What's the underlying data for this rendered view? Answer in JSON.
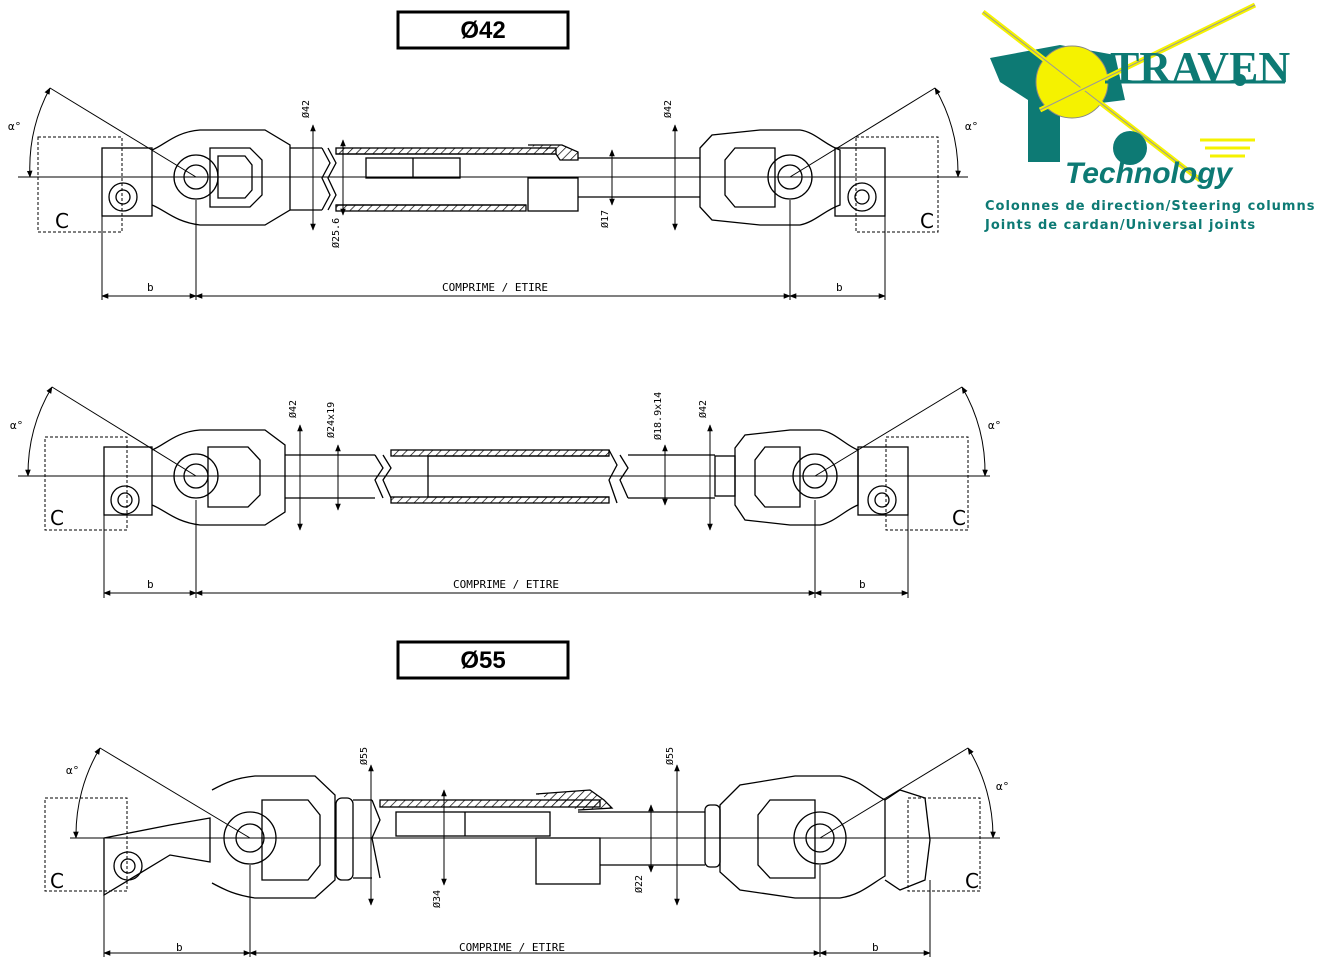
{
  "header_42": "Ø42",
  "header_55": "Ø55",
  "logo": {
    "brand": "TRAVEN",
    "sub": "Technology",
    "line1": "Colonnes de direction/Steering columns",
    "line2": "Joints de cardan/Universal joints",
    "colors": {
      "teal": "#0d7a74",
      "yellow": "#f5f200"
    }
  },
  "labels": {
    "alpha": "α°",
    "b": "b",
    "c": "C",
    "length": "COMPRIME / ETIRE"
  },
  "drawing1": {
    "d_left": "Ø42",
    "d_tube": "Ø25.6",
    "d_right": "Ø42",
    "d_shaft": "Ø17"
  },
  "drawing2": {
    "d_left": "Ø42",
    "d_tube": "Ø24x19",
    "d_shaft": "Ø18.9x14",
    "d_right": "Ø42"
  },
  "drawing3": {
    "d_left": "Ø55",
    "d_tube": "Ø34",
    "d_right": "Ø55",
    "d_shaft": "Ø22"
  }
}
